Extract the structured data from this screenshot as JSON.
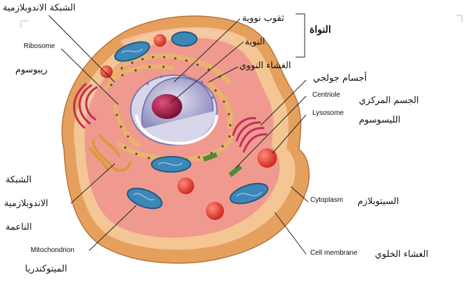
{
  "labels": {
    "smooth_er_ar_1": "الشبكة",
    "smooth_er_ar_2": "الاندوبلازمية",
    "smooth_er_ar_3": "الناعمة",
    "rough_er_ar": "الشبكة الاندوبلازمية",
    "ribosome_en": "Ribosome",
    "ribosome_ar": "ريبوسوم",
    "nuclear_pores_ar": "ثقوب نووية",
    "nucleolus_ar": "النوية",
    "nuclear_envelope_ar": "الغشاء النووي",
    "nucleus_ar": "النواة",
    "golgi_ar": "أجسام جولجي",
    "centriole_en": "Centriole",
    "centrosome_ar": "الجسم المركزي",
    "lysosome_en": "Lysosome",
    "lysosome_ar": "الليسوسوم",
    "cytoplasm_en": "Cytoplasm",
    "cytoplasm_ar": "السيتوبلازم",
    "mitochondrion_en": "Mitochondrion",
    "mitochondrion_ar": "الميتوكندريا",
    "cell_membrane_en": "Cell membrane",
    "cell_membrane_ar": "الغشاء الخلوي"
  },
  "colors": {
    "membrane_outer": "#e8a866",
    "membrane_inner": "#f3c694",
    "cytoplasm": "#f09a8f",
    "mitochondria": "#3d86b8",
    "lysosome": "#e8453a",
    "nucleus": "#b9b6d6",
    "nucleolus": "#b01e4a",
    "golgi": "#c32d5b",
    "rough_er": "#e8b46d",
    "smooth_er": "#d99a3c",
    "centriole": "#4d8a3a",
    "leader_line": "#222222"
  }
}
